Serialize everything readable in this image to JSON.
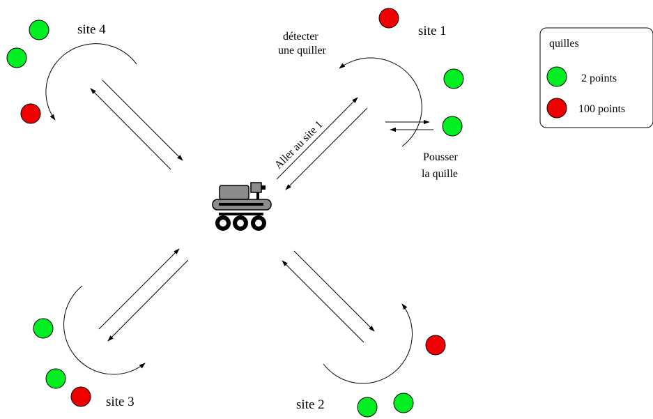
{
  "colors": {
    "green": "#00ee22",
    "red": "#ee0000",
    "robot_body": "#8c8c8c",
    "ink": "#000000"
  },
  "sites": {
    "site1": "site 1",
    "site2": "site 2",
    "site3": "site 3",
    "site4": "site 4"
  },
  "actions": {
    "detect_line1": "détecter",
    "detect_line2": "une quiller",
    "push_line1": "Pousser",
    "push_line2": "la quille",
    "goto_site1": "Aller au site 1"
  },
  "legend": {
    "title": "quilles",
    "green_label": "2 points",
    "red_label": "100 points"
  },
  "icons": {
    "robot": "rover-robot-icon"
  }
}
